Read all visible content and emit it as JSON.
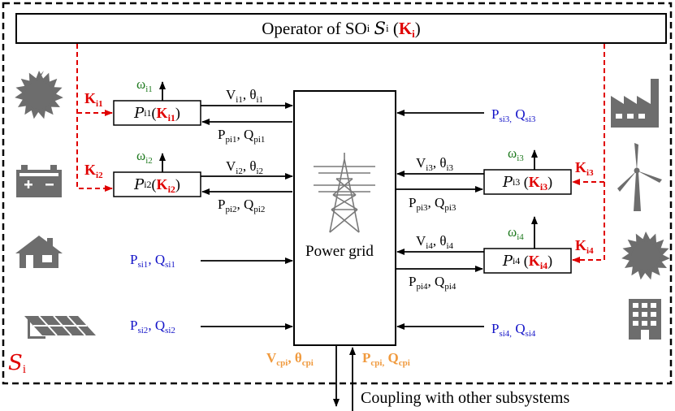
{
  "operator": {
    "prefix": "Operator of SO",
    "sub": "i",
    "set": "S",
    "set_sub": "i",
    "k": "K",
    "k_sub": "i"
  },
  "grid_label": "Power grid",
  "set_label": {
    "letter": "S",
    "sub": "i"
  },
  "coupling_label": "Coupling with other subsystems",
  "coupling_vars": {
    "v": "V",
    "v_sub": "cpi",
    "theta": "θ",
    "theta_sub": "cpi",
    "p": "P",
    "p_sub": "cpi,",
    "q": "Q",
    "q_sub": "cpi"
  },
  "controllers": [
    {
      "sym": "P",
      "sub": "i1",
      "k": "K",
      "k_sub": "i1"
    },
    {
      "sym": "P",
      "sub": "i2",
      "k": "K",
      "k_sub": "i2"
    },
    {
      "sym": "P",
      "sub": "i3",
      "k": "K",
      "k_sub": "i3"
    },
    {
      "sym": "P",
      "sub": "i4",
      "k": "K",
      "k_sub": "i4"
    }
  ],
  "k_labels": [
    {
      "k": "K",
      "sub": "i1"
    },
    {
      "k": "K",
      "sub": "i2"
    },
    {
      "k": "K",
      "sub": "i3"
    },
    {
      "k": "K",
      "sub": "i4"
    }
  ],
  "omega_labels": [
    {
      "w": "ω",
      "sub": "i1"
    },
    {
      "w": "ω",
      "sub": "i2"
    },
    {
      "w": "ω",
      "sub": "i3"
    },
    {
      "w": "ω",
      "sub": "i4"
    }
  ],
  "vt_labels": [
    {
      "v": "V",
      "vs": "i1",
      "t": "θ",
      "ts": "i1"
    },
    {
      "v": "V",
      "vs": "i2",
      "t": "θ",
      "ts": "i2"
    },
    {
      "v": "V",
      "vs": "i3",
      "t": "θ",
      "ts": "i3"
    },
    {
      "v": "V",
      "vs": "i4",
      "t": "θ",
      "ts": "i4"
    }
  ],
  "pq_labels": [
    {
      "p": "P",
      "ps": "pi1",
      "q": "Q",
      "qs": "pi1"
    },
    {
      "p": "P",
      "ps": "pi2",
      "q": "Q",
      "qs": "pi2"
    },
    {
      "p": "P",
      "ps": "pi3",
      "q": "Q",
      "qs": "pi3"
    },
    {
      "p": "P",
      "ps": "pi4",
      "q": "Q",
      "qs": "pi4"
    }
  ],
  "s_labels": [
    {
      "p": "P",
      "ps": "si1",
      "q": "Q",
      "qs": "si1"
    },
    {
      "p": "P",
      "ps": "si2",
      "q": "Q",
      "qs": "si2"
    },
    {
      "p": "P",
      "ps": "si3,",
      "q": "Q",
      "qs": "si3"
    },
    {
      "p": "P",
      "ps": "si4,",
      "q": "Q",
      "qs": "si4"
    }
  ],
  "icons": [
    "hydro-turbine-icon",
    "battery-icon",
    "house-icon",
    "solar-panel-icon",
    "factory-icon",
    "wind-turbine-icon",
    "hydro-turbine-icon",
    "office-building-icon",
    "transmission-tower-icon"
  ],
  "colors": {
    "red": "#e00000",
    "blue": "#1414c8",
    "green": "#1f7a1f",
    "orange": "#f09a3e",
    "icon": "#6d6d6d"
  }
}
